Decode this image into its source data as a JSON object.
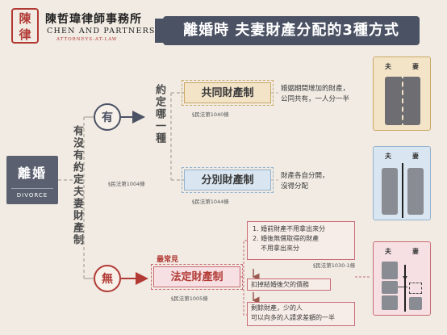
{
  "header": {
    "seal_chars": [
      "陳",
      "律"
    ],
    "firm_name_zh": "陳哲瑋律師事務所",
    "firm_name_en": "CHEN AND PARTNERS",
    "firm_tagline": "ATTORNEYS-AT-LAW",
    "title": "離婚時 夫妻財產分配的3種方式"
  },
  "root": {
    "label_zh": "離婚",
    "label_en": "DIVORCE",
    "question": "有沒有約定夫妻財產制",
    "law_ref": "§民法第1004條"
  },
  "branches": {
    "yes_label": "有",
    "no_label": "無",
    "yes_question": "約定哪一種"
  },
  "regimes": {
    "joint": {
      "name": "共同財產制",
      "law_ref": "§民法第1040條",
      "desc": [
        "婚姻期間增加的財產，",
        "公同共有，一人分一半"
      ]
    },
    "separate": {
      "name": "分別財產制",
      "law_ref": "§民法第1044條",
      "desc": [
        "財產各自分開，",
        "沒得分配"
      ]
    },
    "statutory": {
      "badge": "最常見",
      "name": "法定財產制",
      "law_ref": "§民法第1005條",
      "list": [
        "1. 婚前財產不用拿出來分",
        "2. 婚後無償取得的財產",
        "   不用拿出來分"
      ],
      "list_law_ref": "§民法第1030-1條",
      "step1": "扣掉結婚後欠的債務",
      "step2": [
        "剩餘財產，少的人",
        "可以向多的人請求差額的一半"
      ]
    }
  },
  "illustrations": {
    "husband": "夫",
    "wife": "妻"
  },
  "colors": {
    "accent_dark": "#4b5264",
    "accent_red": "#b23a35",
    "joint_fill": "#f3e4c8",
    "separate_fill": "#d9e6f1",
    "statutory_fill": "#f7e0e3"
  }
}
